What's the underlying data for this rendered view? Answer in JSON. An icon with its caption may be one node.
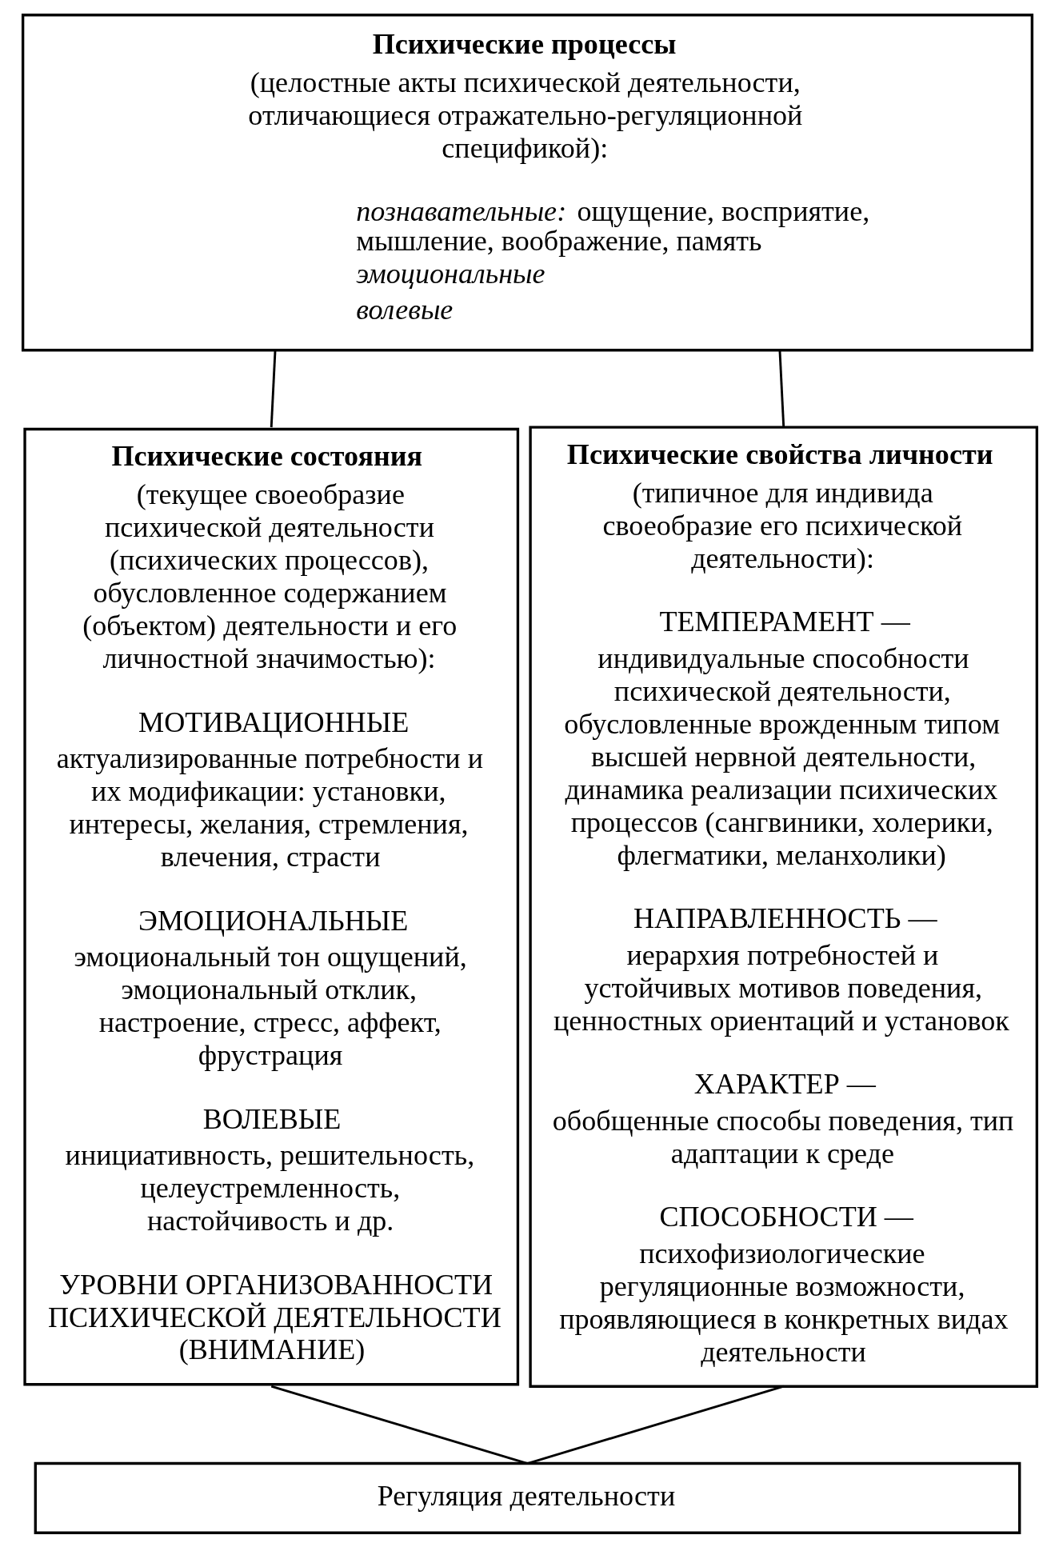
{
  "diagram": {
    "nodes": [
      {
        "text": [
          "Психические процессы",
          "(целостные акты психической деятельности, отличающиеся отражательно-регуляционной спецификой):",
          "*познавательные:* ощущение, восприятие, мышление, воображение, память",
          "эмоциональные",
          "волевые"
        ]
      },
      {
        "text": [
          "Психические состояния",
          "(текущее своеобразие психической деятельности (психических процессов), обусловленное содержанием (объектом) деятельности и его личностной значимостью):",
          "МОТИВАЦИОННЫЕ",
          "актуализированные потребности и их модификации: установки, интересы, желания, стремления, влечения, страсти",
          "ЭМОЦИОНАЛЬНЫЕ",
          "эмоциональный тон ощущений, эмоциональный отклик, настроение, стресс, аффект, фрустрация",
          "ВОЛЕВЫЕ",
          "инициативность, решительность, целеустремленность, настойчивость и др.",
          "УРОВНИ ОРГАНИЗОВАННОСТИ ПСИХИЧЕСКОЙ ДЕЯТЕЛЬНОСТИ (ВНИМАНИЕ)"
        ]
      },
      {
        "text": [
          "Психические свойства личности",
          "(типичное для индивида своеобразие его психической деятельности):",
          "ТЕМПЕРАМЕНТ —",
          "индивидуальные способности психической деятельности, обусловленные врожденным типом высшей нервной деятельности, динамика реализации психических процессов (сангвиники, холерики, флегматики, меланхолики)",
          "НАПРАВЛЕННОСТЬ —",
          "иерархия потребностей и устойчивых мотивов поведения, ценностных ориентаций и установок",
          "ХАРАКТЕР —",
          "обобщенные способы поведения, тип адаптации к среде",
          "СПОСОБНОСТИ —",
          "психофизиологические регуляционные возможности, проявляющиеся в конкретных видах деятельности"
        ]
      },
      {
        "text": [
          "Регуляция деятельности"
        ]
      }
    ],
    "edges": [
      {
        "from": 0,
        "to": 1,
        "arrow": "none"
      },
      {
        "from": 0,
        "to": 2,
        "arrow": "none"
      },
      {
        "from": 1,
        "to": 3,
        "arrow": "none"
      },
      {
        "from": 2,
        "to": 3,
        "arrow": "none"
      }
    ]
  }
}
